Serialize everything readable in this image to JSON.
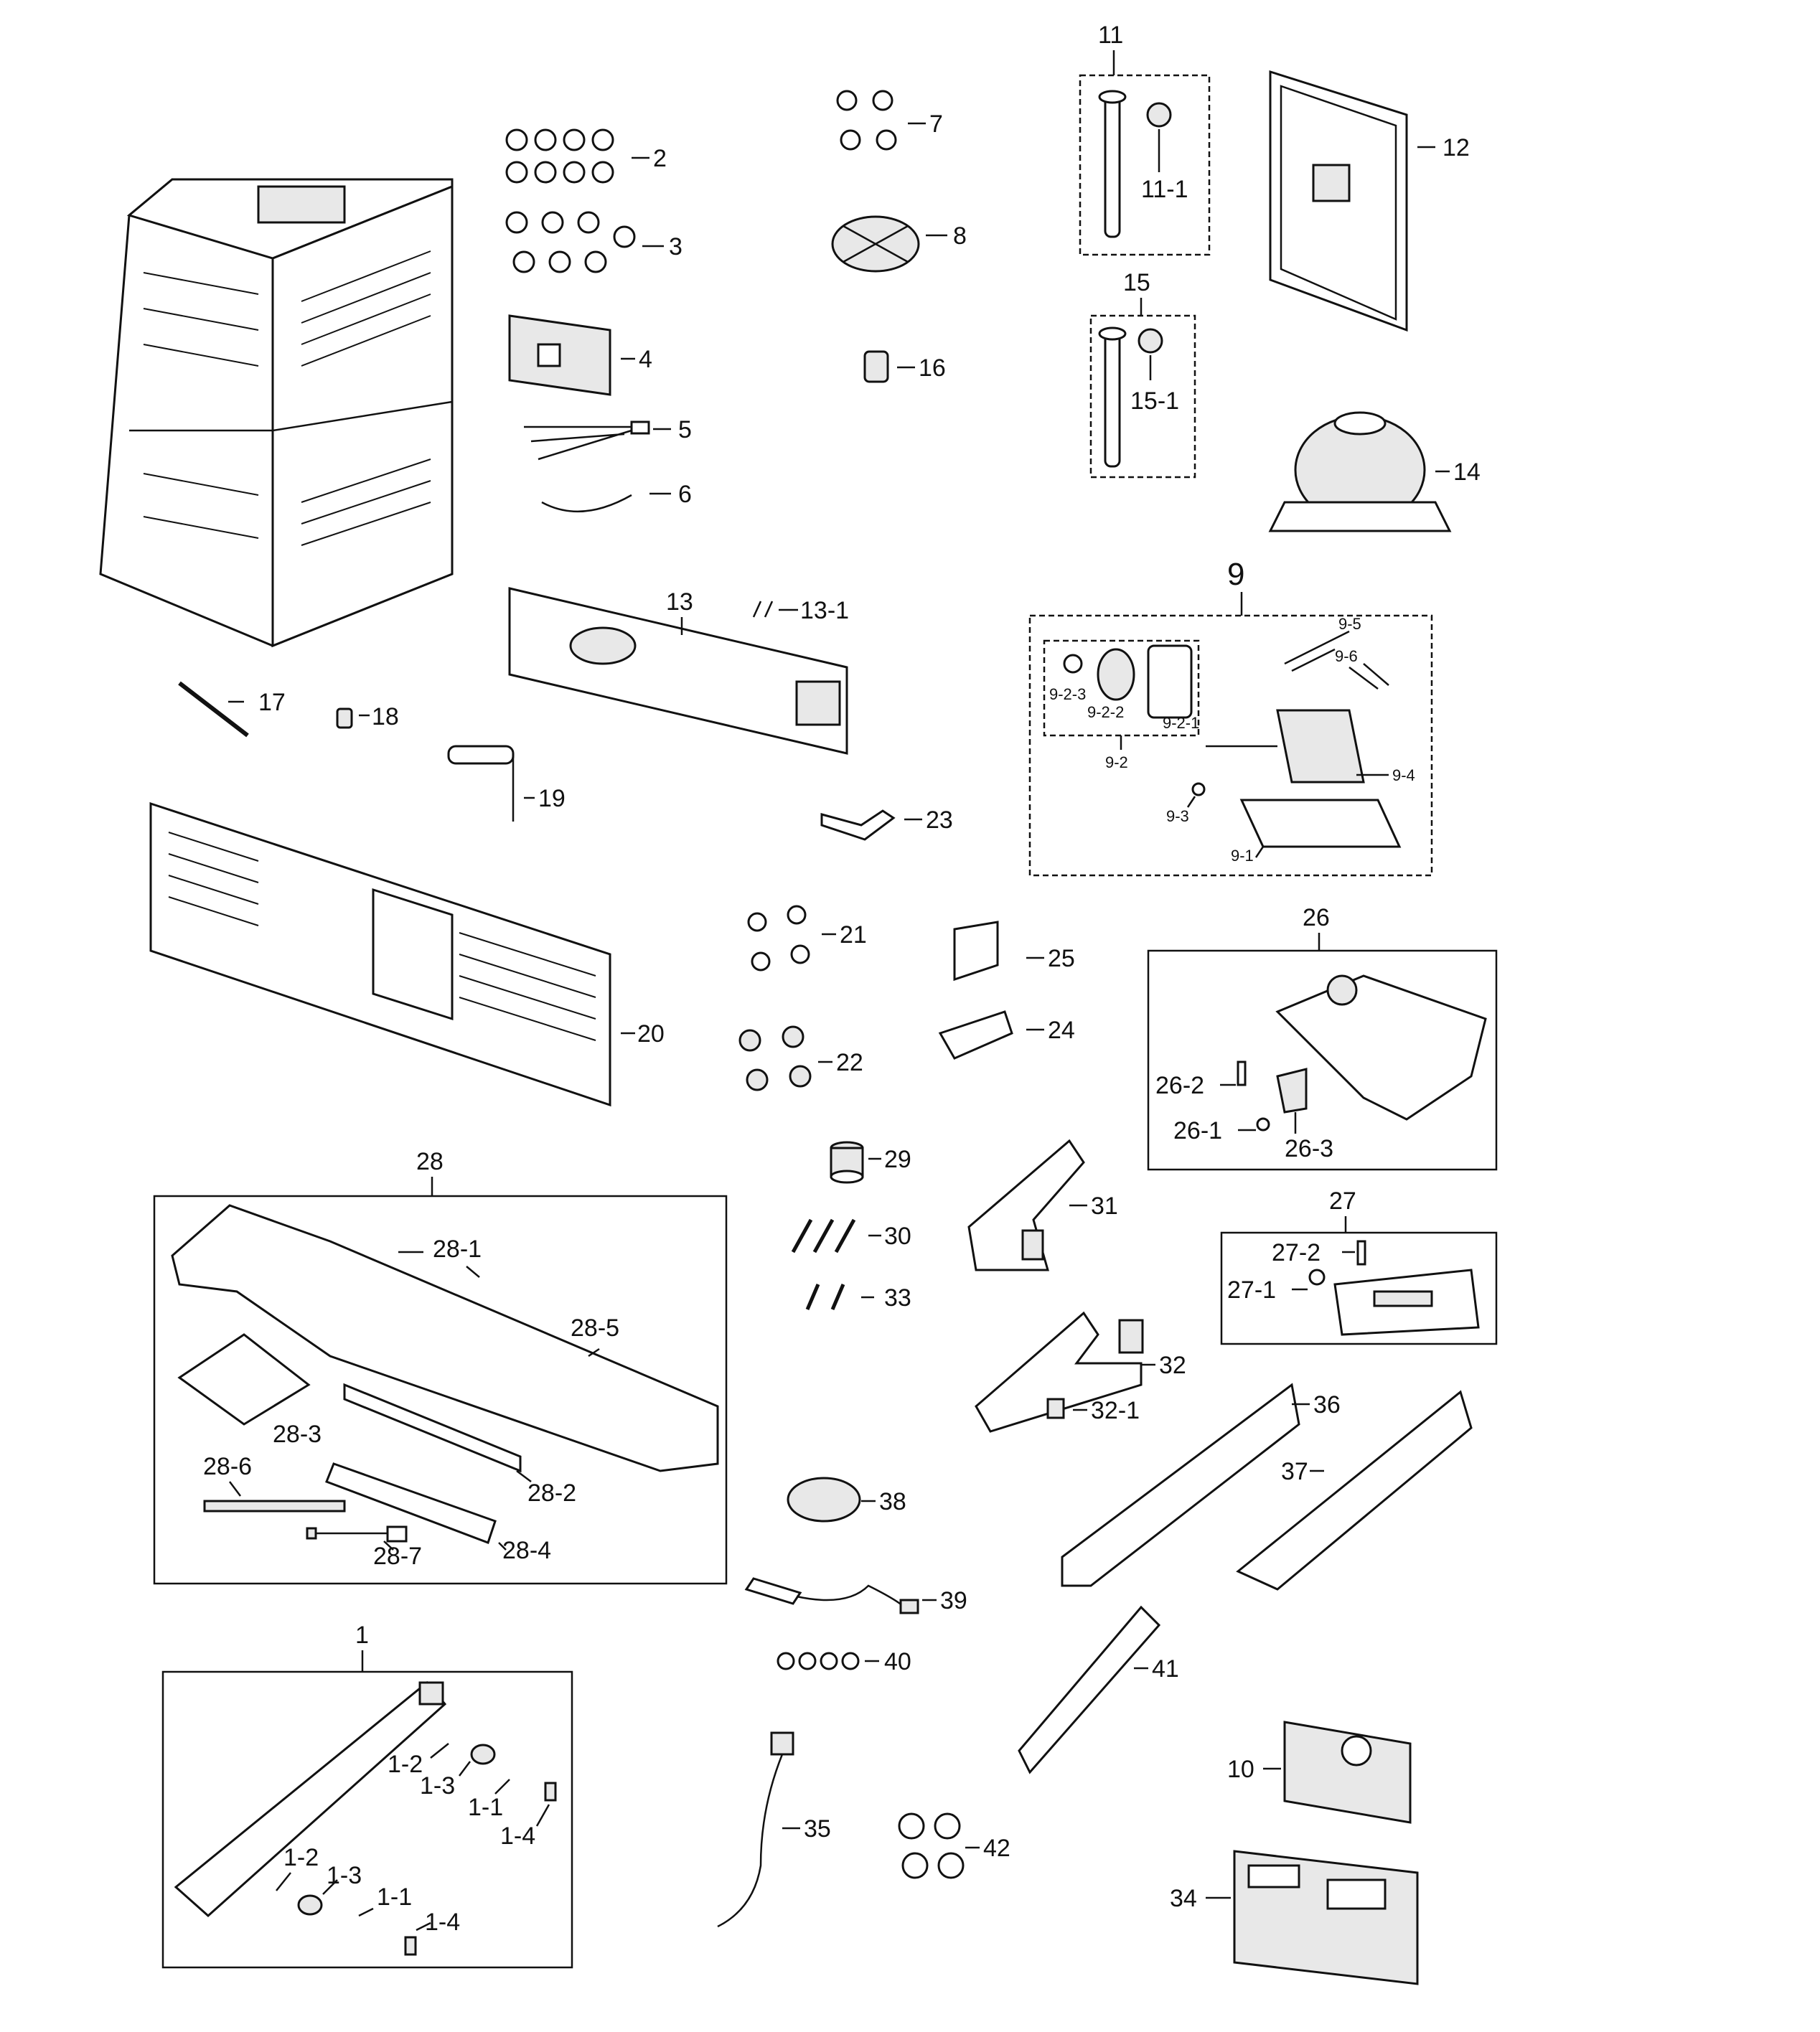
{
  "labels": {
    "p1": "1",
    "p1_1a": "1-1",
    "p1_1b": "1-1",
    "p1_2a": "1-2",
    "p1_2b": "1-2",
    "p1_3a": "1-3",
    "p1_3b": "1-3",
    "p1_4a": "1-4",
    "p1_4b": "1-4",
    "p2": "2",
    "p3": "3",
    "p4": "4",
    "p5": "5",
    "p6": "6",
    "p7": "7",
    "p8": "8",
    "p9": "9",
    "p9_1": "9-1",
    "p9_2": "9-2",
    "p9_2_1": "9-2-1",
    "p9_2_2": "9-2-2",
    "p9_2_3": "9-2-3",
    "p9_3": "9-3",
    "p9_4": "9-4",
    "p9_5": "9-5",
    "p9_6": "9-6",
    "p10": "10",
    "p11": "11",
    "p11_1": "11-1",
    "p12": "12",
    "p13": "13",
    "p13_1": "13-1",
    "p14": "14",
    "p15": "15",
    "p15_1": "15-1",
    "p16": "16",
    "p17": "17",
    "p18": "18",
    "p19": "19",
    "p20": "20",
    "p21": "21",
    "p22": "22",
    "p23": "23",
    "p24": "24",
    "p25": "25",
    "p26": "26",
    "p26_1": "26-1",
    "p26_2": "26-2",
    "p26_3": "26-3",
    "p27": "27",
    "p27_1": "27-1",
    "p27_2": "27-2",
    "p28": "28",
    "p28_1": "28-1",
    "p28_2": "28-2",
    "p28_3": "28-3",
    "p28_4": "28-4",
    "p28_5": "28-5",
    "p28_6": "28-6",
    "p28_7": "28-7",
    "p29": "29",
    "p30": "30",
    "p31": "31",
    "p32": "32",
    "p32_1": "32-1",
    "p33": "33",
    "p34": "34",
    "p35": "35",
    "p36": "36",
    "p37": "37",
    "p38": "38",
    "p39": "39",
    "p40": "40",
    "p41": "41",
    "p42": "42"
  },
  "colors": {
    "ink": "#111111",
    "paper": "#ffffff"
  }
}
